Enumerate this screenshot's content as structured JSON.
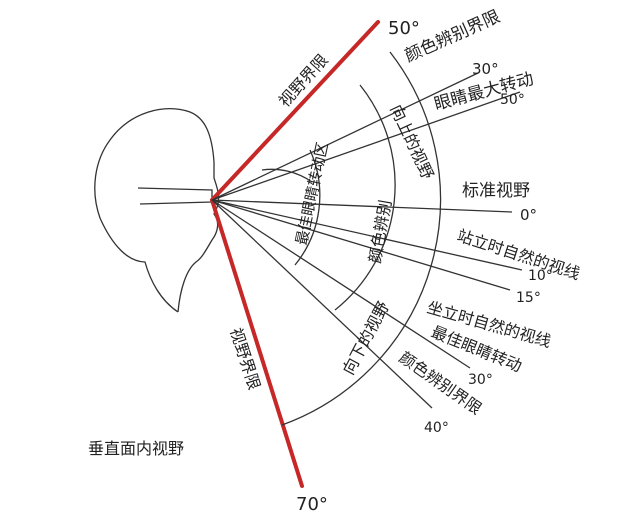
{
  "colors": {
    "limit_line": "#c62828",
    "ink": "#333333",
    "background": "#ffffff"
  },
  "labels": {
    "top_angle": "50°",
    "bottom_angle": "70°",
    "upper_limit": "视野界限",
    "lower_limit": "视野界限",
    "color_limit_upper": "颜色辨别界限",
    "color_limit_lower": "颜色辨别界限",
    "eye_max_rotation": "眼睛最大转动",
    "upward_view": "向上的视野",
    "downward_view": "向下的视野",
    "standard_view": "标准视野",
    "color_discrimination": "颜色辨别",
    "best_eye_zone": "最佳眼睛转动区",
    "standing_natural": "站立时自然的视线",
    "sitting_natural": "坐立时自然的视线",
    "best_eye_rotation": "最佳眼睛转动",
    "caption": "垂直面内视野",
    "deg_30_up": "30°",
    "deg_50_up": "50°",
    "deg_0": "0°",
    "deg_10": "10°",
    "deg_15": "15°",
    "deg_30_down": "30°",
    "deg_40": "40°"
  }
}
